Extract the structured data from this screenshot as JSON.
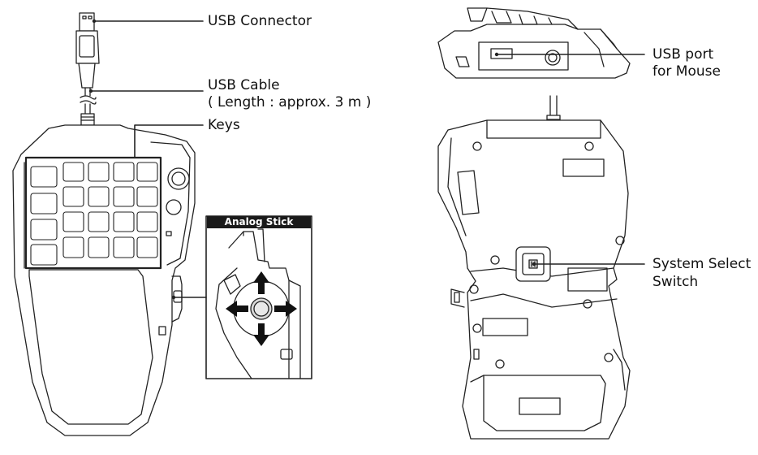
{
  "labels": {
    "usb_connector": "USB Connector",
    "usb_cable_line1": "USB Cable",
    "usb_cable_line2": "( Length : approx. 3 m )",
    "keys": "Keys",
    "analog_stick": "Analog Stick",
    "usb_port_line1": "USB port",
    "usb_port_line2": "for Mouse",
    "system_select_line1": "System Select",
    "system_select_line2": "Switch"
  },
  "colors": {
    "stroke": "#222222",
    "fill": "#ffffff",
    "light_fill": "#f2f2f2",
    "stick_fill": "#d9d9d9",
    "inset_header": "#1a1a1a"
  }
}
